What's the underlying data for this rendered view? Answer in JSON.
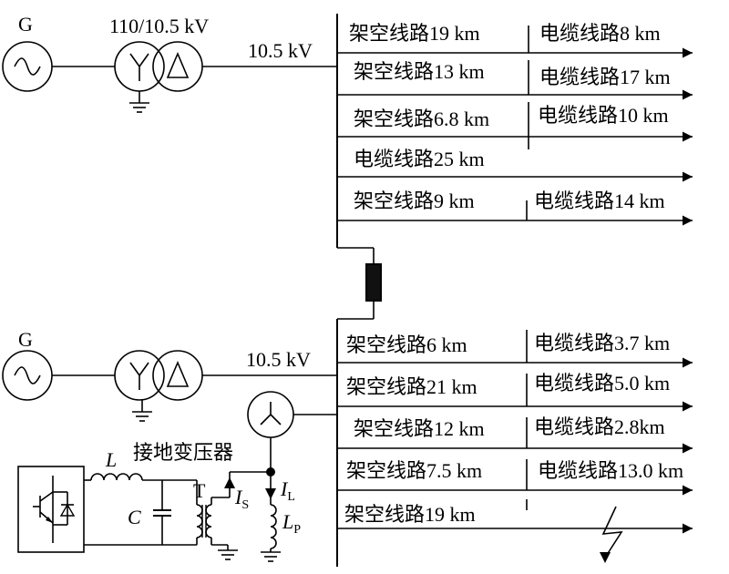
{
  "upper": {
    "generator": "G",
    "transformer_rating": "110/10.5 kV",
    "bus_voltage": "10.5 kV",
    "feeders": [
      {
        "overhead": "架空线路19 km",
        "cable": "电缆线路8 km"
      },
      {
        "overhead": "架空线路13 km",
        "cable": "电缆线路17 km"
      },
      {
        "overhead": "架空线路6.8 km",
        "cable": "电缆线路10 km"
      },
      {
        "overhead": "",
        "cable": "电缆线路25 km"
      },
      {
        "overhead": "架空线路9 km",
        "cable": "电缆线路14 km"
      }
    ]
  },
  "lower": {
    "generator": "G",
    "bus_voltage": "10.5 kV",
    "feeders": [
      {
        "overhead": "架空线路6 km",
        "cable": "电缆线路3.7 km"
      },
      {
        "overhead": "架空线路21 km",
        "cable": "电缆线路5.0 km"
      },
      {
        "overhead": "架空线路12 km",
        "cable": "电缆线路2.8km"
      },
      {
        "overhead": "架空线路7.5 km",
        "cable": "电缆线路13.0 km"
      },
      {
        "overhead": "架空线路19 km",
        "cable": ""
      }
    ]
  },
  "compensation": {
    "inductor": "L",
    "grounding_transformer": "接地变压器",
    "capacitor": "C",
    "transformer": "T",
    "current_source": "I",
    "current_source_sub": "S",
    "current_load": "I",
    "current_load_sub": "L",
    "petersen_coil": "L",
    "petersen_coil_sub": "P"
  }
}
